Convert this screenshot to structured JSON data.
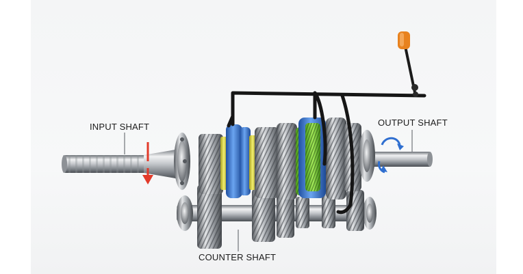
{
  "labels": {
    "input_shaft": "INPUT SHAFT",
    "output_shaft": "OUTPUT SHAFT",
    "counter_shaft": "COUNTER SHAFT"
  },
  "colors": {
    "background": "#ffffff",
    "panel": "#f4f5f6",
    "steel": "#b9bcc0",
    "gear_blue": "#3b7fd6",
    "gear_green": "#7fd43a",
    "gear_yellow": "#e0dd3a",
    "lever_knob": "#e8821e",
    "rotation_arrow": "#e23a2a",
    "output_arrow": "#2f6fd0",
    "shift_rails": "#1a1a1a"
  },
  "icons": [
    "down-arrow-icon",
    "rotation-arrow-icon",
    "gear-lever-knob-icon"
  ]
}
